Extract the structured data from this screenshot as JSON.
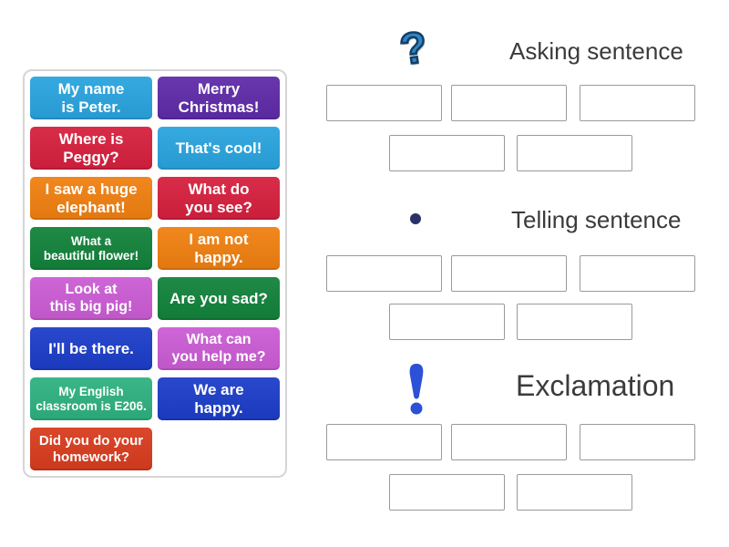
{
  "activity": {
    "groups": [
      {
        "name": "Asking sentence",
        "icon": "question-mark-icon",
        "glyph": "?",
        "icon_color": "#2f86c5",
        "slot_count": 5
      },
      {
        "name": "Telling sentence",
        "icon": "period-dot-icon",
        "glyph": ".",
        "icon_color": "#2a3168",
        "slot_count": 5
      },
      {
        "name": "Exclamation",
        "icon": "exclamation-mark-icon",
        "glyph": "!",
        "icon_color": "#2b51d6",
        "slot_count": 5
      }
    ],
    "tiles": [
      {
        "text": "My name\nis Peter.",
        "color": "#29a4de"
      },
      {
        "text": "Merry\nChristmas!",
        "color": "#5f2ba8"
      },
      {
        "text": "Where is\nPeggy?",
        "color": "#d6203e"
      },
      {
        "text": "That's cool!",
        "color": "#29a4de"
      },
      {
        "text": "I saw a huge\nelephant!",
        "color": "#f08010"
      },
      {
        "text": "What do\nyou see?",
        "color": "#d6203e"
      },
      {
        "text": "What a\nbeautiful flower!",
        "color": "#12823b"
      },
      {
        "text": "I am not\nhappy.",
        "color": "#f08010"
      },
      {
        "text": "Look at\nthis big pig!",
        "color": "#cb5cd4"
      },
      {
        "text": "Are you sad?",
        "color": "#12823b"
      },
      {
        "text": "I'll be there.",
        "color": "#1c3dc8"
      },
      {
        "text": "What can\nyou help me?",
        "color": "#cb5cd4"
      },
      {
        "text": "My English\nclassroom is E206.",
        "color": "#2eb181"
      },
      {
        "text": "We are\nhappy.",
        "color": "#1c3dc8"
      },
      {
        "text": "Did you do your\nhomework?",
        "color": "#d83c1e"
      }
    ]
  }
}
